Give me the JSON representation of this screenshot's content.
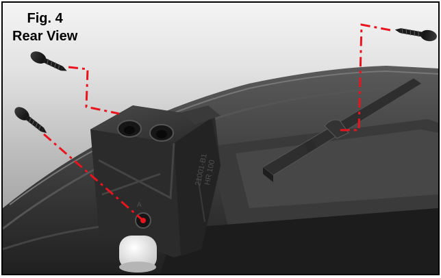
{
  "figure": {
    "number": "Fig. 4",
    "view": "Rear View"
  },
  "part": {
    "embossed_line_1": "21001-B1",
    "embossed_line_2": "HR 100",
    "embossed_mark": "A"
  },
  "colors": {
    "guide_line": "#e8141e",
    "plastic": "#2b2b2b",
    "screw": "#1a1a1a"
  }
}
